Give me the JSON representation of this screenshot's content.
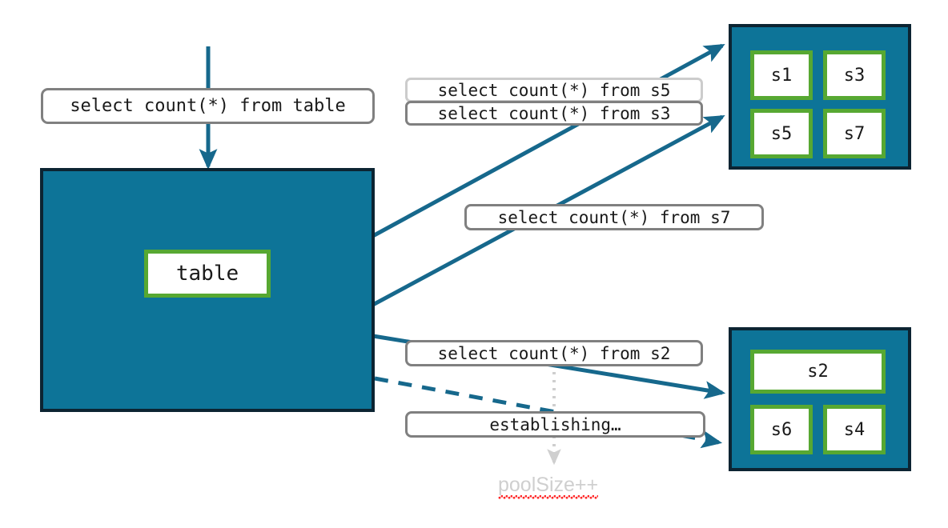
{
  "diagram": {
    "title": "connection pool query routing diagram",
    "colors": {
      "container_fill": "#0d7498",
      "container_border": "#0c2432",
      "node_border_green": "#57a832",
      "node_fill": "#ffffff",
      "arrow_blue": "#16688c",
      "label_border_gray": "#808080",
      "label_border_light": "#cccccc",
      "dotted_gray": "#cfcfcf",
      "spellcheck_red": "#ff2a2a"
    }
  },
  "labels": {
    "table_query": "select count(*) from table",
    "s5_query": "select count(*) from s5",
    "s3_query": "select count(*) from s3",
    "s7_query": "select count(*) from s7",
    "s2_query": "select count(*) from s2",
    "establishing": "establishing…",
    "poolsize": "poolSize++"
  },
  "table_container": {
    "node_label": "table"
  },
  "pool_top": {
    "slots": [
      {
        "label": "s1"
      },
      {
        "label": "s3"
      },
      {
        "label": "s5"
      },
      {
        "label": "s7"
      }
    ]
  },
  "pool_bottom": {
    "slots": [
      {
        "label": "s2"
      },
      {
        "label": "s6"
      },
      {
        "label": "s4"
      }
    ]
  },
  "connectors": [
    {
      "name": "table-query-to-table",
      "style": "solid",
      "arrow": true
    },
    {
      "name": "table-to-pool-top-s5",
      "style": "solid",
      "arrow": true
    },
    {
      "name": "table-to-pool-top-s7",
      "style": "solid",
      "arrow": true
    },
    {
      "name": "table-to-pool-bottom-s2",
      "style": "solid",
      "arrow": true
    },
    {
      "name": "table-to-pool-bottom-establishing",
      "style": "dashed",
      "arrow": true
    },
    {
      "name": "establishing-to-poolsize",
      "style": "dotted",
      "arrow": true
    }
  ]
}
